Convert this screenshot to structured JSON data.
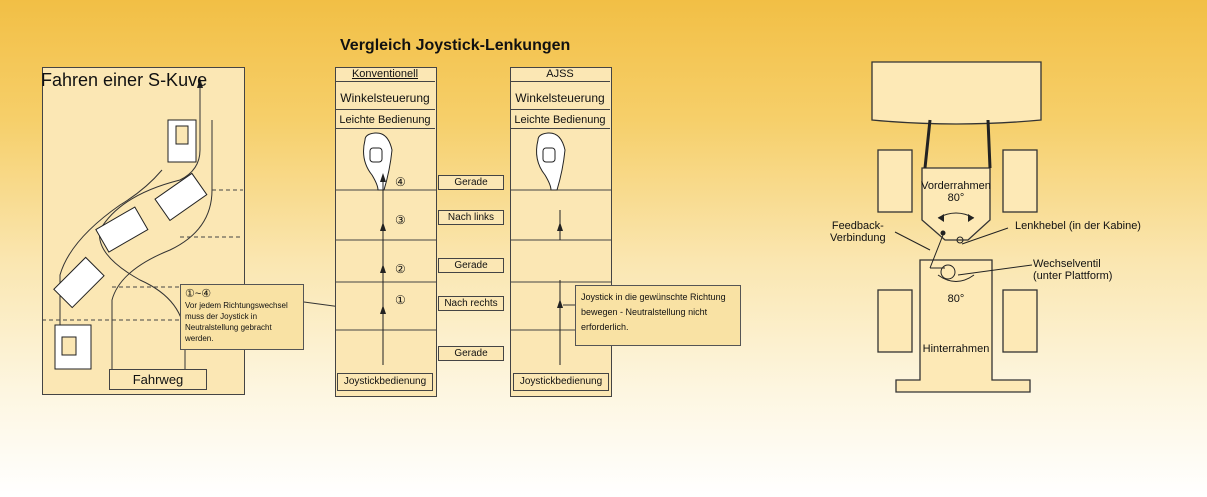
{
  "main_title": "Vergleich Joystick-Lenkungen",
  "scurve": {
    "title": "Fahren einer S-Kuve",
    "path_label": "Fahrweg",
    "note_markers": "①~④",
    "note_text": "Vor jedem Richtungswechsel muss der Joystick in Neutralstellung gebracht werden."
  },
  "conventional": {
    "header": "Konventionell",
    "row1": "Winkelsteuerung",
    "row2": "Leichte Bedienung",
    "footer": "Joystickbedienung",
    "steps": [
      "④",
      "③",
      "②",
      "①"
    ]
  },
  "ajss": {
    "header": "AJSS",
    "row1": "Winkelsteuerung",
    "row2": "Leichte Bedienung",
    "footer": "Joystickbedienung",
    "note": "Joystick in die gewünschte Richtung bewegen - Neutralstellung nicht erforderlich."
  },
  "directions": [
    "Gerade",
    "Nach links",
    "Gerade",
    "Nach rechts",
    "Gerade"
  ],
  "vehicle": {
    "front_frame": "Vorderrahmen",
    "front_angle": "80°",
    "rear_angle": "80°",
    "rear_frame": "Hinterrahmen",
    "feedback": "Feedback-\nVerbindung",
    "lever": "Lenkhebel (in der Kabine)",
    "valve": "Wechselventil\n(unter Plattform)"
  }
}
